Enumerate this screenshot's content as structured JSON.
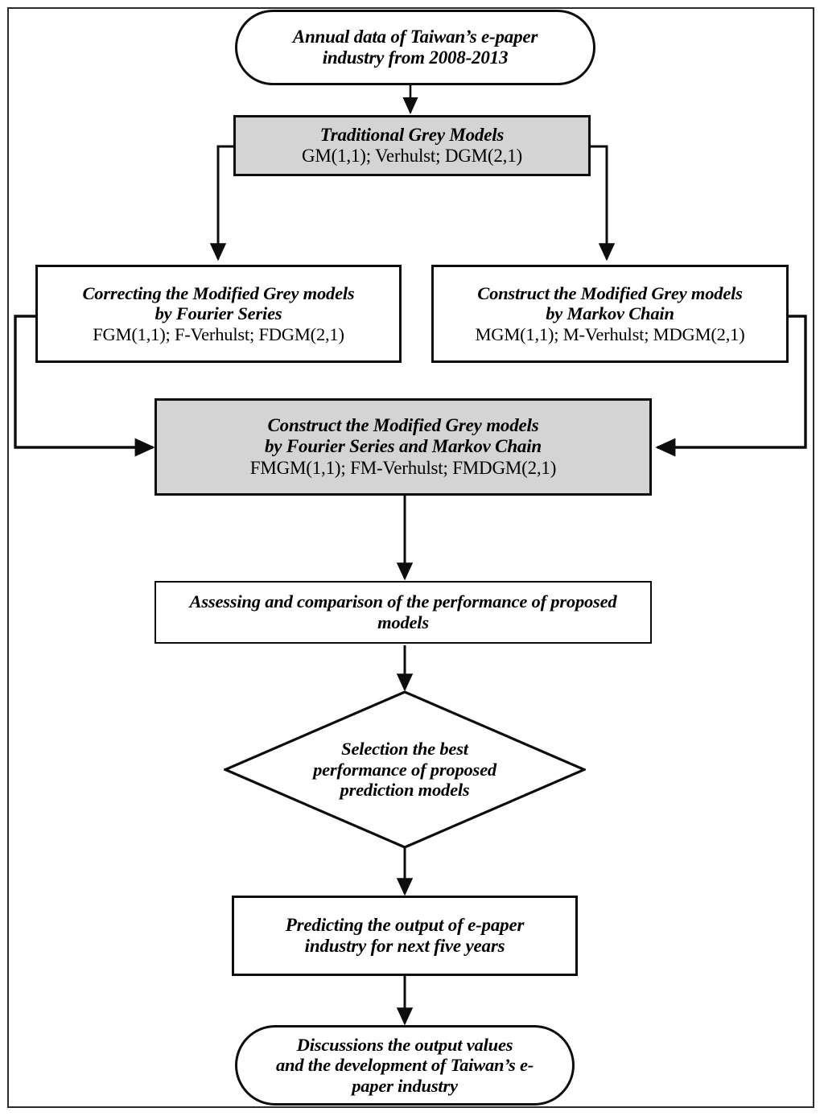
{
  "diagram": {
    "title": "Research flowchart for grey model forecasting of Taiwan e-paper industry",
    "colors": {
      "stroke": "#0d0d0d",
      "grey_fill": "#d4d4d4",
      "white_fill": "#ffffff",
      "frame": "#2b2b2b"
    },
    "nodes": {
      "start": {
        "shape": "stadium",
        "fill": "white",
        "lines": [
          {
            "text": "Annual data of Taiwan’s e-paper",
            "style": "bold-italic"
          },
          {
            "text": "industry from 2008-2013",
            "style": "bold-italic"
          }
        ]
      },
      "traditional": {
        "shape": "rect",
        "fill": "grey",
        "lines": [
          {
            "text": "Traditional Grey Models",
            "style": "bold-italic"
          },
          {
            "text": "GM(1,1); Verhulst; DGM(2,1)",
            "style": "roman"
          }
        ]
      },
      "fourier": {
        "shape": "rect",
        "fill": "white",
        "lines": [
          {
            "text": "Correcting the Modified Grey models",
            "style": "bold-italic"
          },
          {
            "text": "by Fourier Series",
            "style": "bold-italic"
          },
          {
            "text": "FGM(1,1); F-Verhulst; FDGM(2,1)",
            "style": "roman"
          }
        ]
      },
      "markov": {
        "shape": "rect",
        "fill": "white",
        "lines": [
          {
            "text": "Construct the Modified Grey models",
            "style": "bold-italic"
          },
          {
            "text": "by Markov Chain",
            "style": "bold-italic"
          },
          {
            "text": "MGM(1,1); M-Verhulst; MDGM(2,1)",
            "style": "roman"
          }
        ]
      },
      "combined": {
        "shape": "rect",
        "fill": "grey",
        "lines": [
          {
            "text": "Construct the Modified Grey models",
            "style": "bold-italic"
          },
          {
            "text": "by Fourier Series and Markov Chain",
            "style": "bold-italic"
          },
          {
            "text": "FMGM(1,1); FM-Verhulst; FMDGM(2,1)",
            "style": "roman"
          }
        ]
      },
      "assess": {
        "shape": "rect",
        "fill": "white",
        "lines": [
          {
            "text": "Assessing and comparison of the performance of proposed",
            "style": "bold-italic"
          },
          {
            "text": "models",
            "style": "bold-italic"
          }
        ]
      },
      "selection": {
        "shape": "diamond",
        "fill": "white",
        "lines": [
          {
            "text": "Selection the best",
            "style": "bold-italic"
          },
          {
            "text": "performance of proposed",
            "style": "bold-italic"
          },
          {
            "text": "prediction models",
            "style": "bold-italic"
          }
        ]
      },
      "predict": {
        "shape": "rect",
        "fill": "white",
        "lines": [
          {
            "text": "Predicting the output of  e-paper",
            "style": "bold-italic"
          },
          {
            "text": "industry for next five years",
            "style": "bold-italic"
          }
        ]
      },
      "discussion": {
        "shape": "stadium",
        "fill": "white",
        "lines": [
          {
            "text": "Discussions the output values",
            "style": "bold-italic"
          },
          {
            "text": "and the development of Taiwan’s e-",
            "style": "bold-italic"
          },
          {
            "text": "paper industry",
            "style": "bold-italic"
          }
        ]
      }
    },
    "edges": [
      {
        "from": "start",
        "to": "traditional",
        "kind": "straight-down"
      },
      {
        "from": "traditional",
        "to": "fourier",
        "kind": "elbow-left-down"
      },
      {
        "from": "traditional",
        "to": "markov",
        "kind": "elbow-right-down"
      },
      {
        "from": "fourier",
        "to": "combined",
        "kind": "loop-left"
      },
      {
        "from": "markov",
        "to": "combined",
        "kind": "loop-right"
      },
      {
        "from": "combined",
        "to": "assess",
        "kind": "straight-down"
      },
      {
        "from": "assess",
        "to": "selection",
        "kind": "straight-down"
      },
      {
        "from": "selection",
        "to": "predict",
        "kind": "straight-down"
      },
      {
        "from": "predict",
        "to": "discussion",
        "kind": "straight-down"
      }
    ]
  }
}
